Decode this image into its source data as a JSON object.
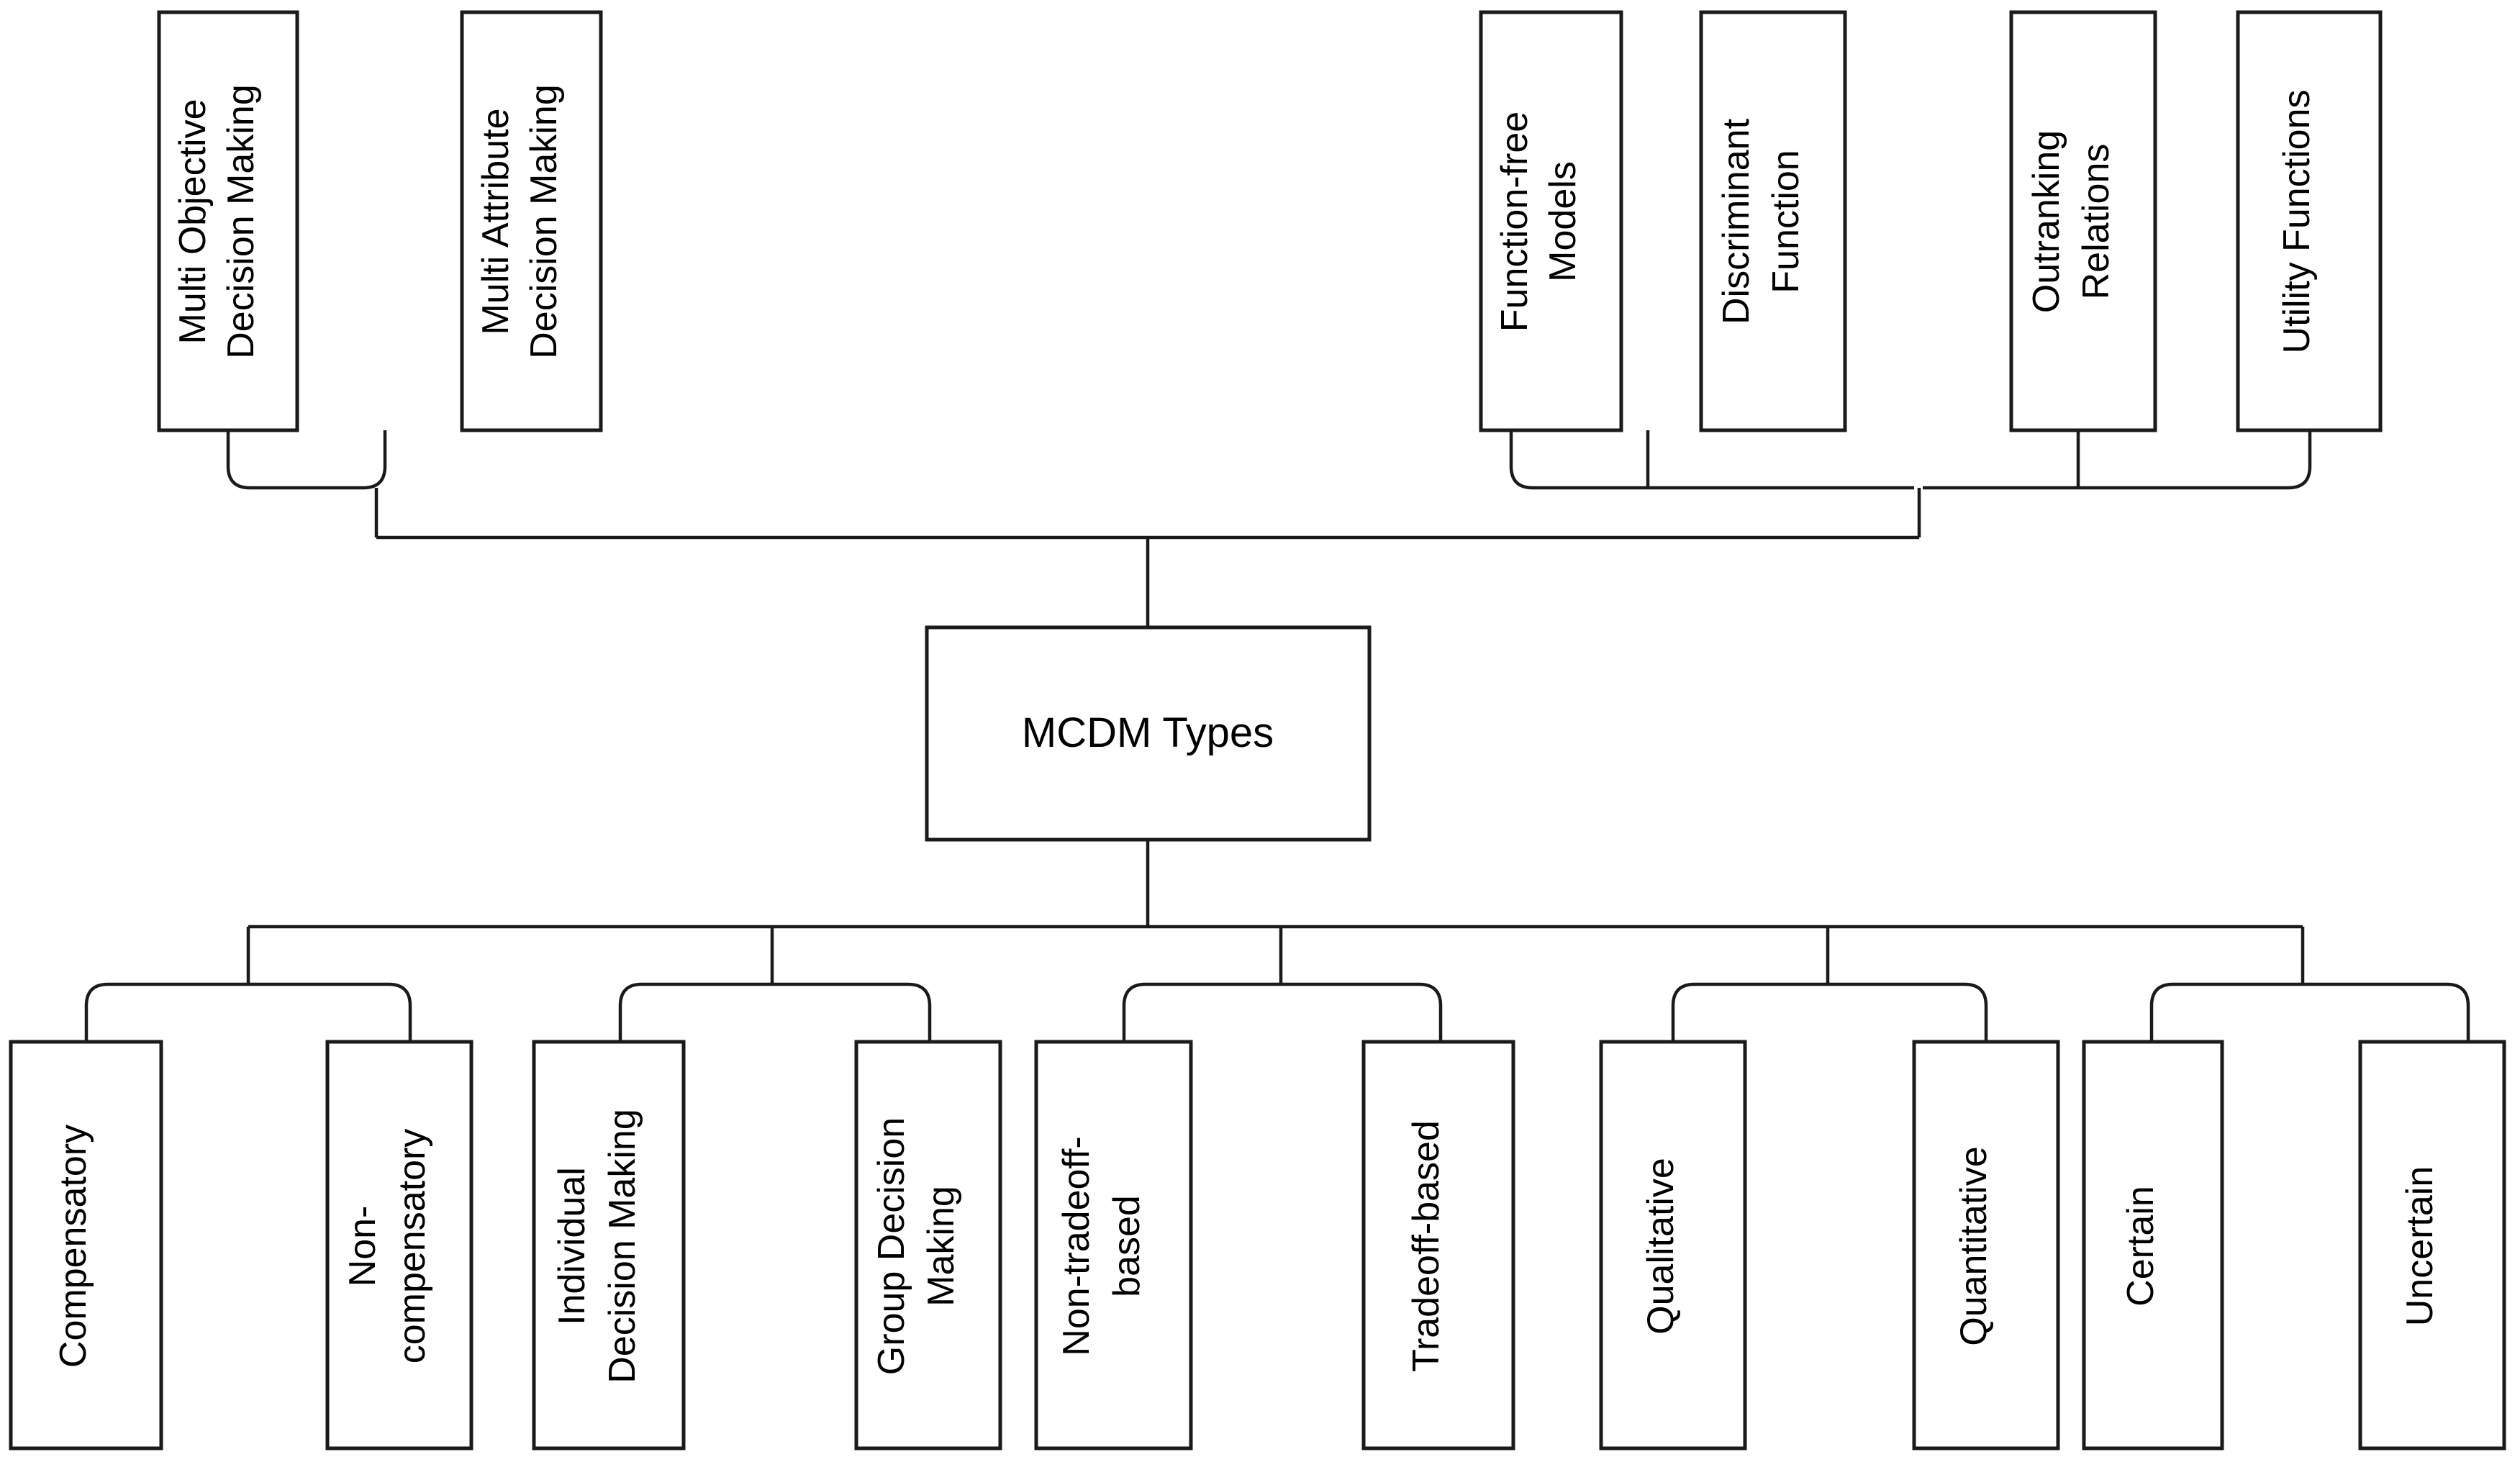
{
  "diagram": {
    "title": "MCDM Types",
    "type": "hierarchy-tree",
    "orientation": "vertical-bidirectional",
    "colors": {
      "box_fill": "#ffffff",
      "box_stroke": "#1a1a1a",
      "connector_stroke": "#1a1a1a",
      "text": "#000000",
      "background": "#ffffff"
    },
    "root": {
      "label": "MCDM Types",
      "orientation": "horizontal"
    },
    "upper_groups": [
      {
        "group_name": "decision-making-scope",
        "nodes": [
          {
            "label": "Multi Objective Decision Making",
            "lines": [
              "Multi Objective",
              "Decision Making"
            ]
          },
          {
            "label": "Multi Attribute Decision Making",
            "lines": [
              "Multi Attribute",
              "Decision Making"
            ]
          }
        ]
      },
      {
        "group_name": "preference-model-forms",
        "nodes": [
          {
            "label": "Function-free Models",
            "lines": [
              "Function-free",
              "Models"
            ]
          },
          {
            "label": "Discriminant Function",
            "lines": [
              "Discriminant",
              "Function"
            ]
          },
          {
            "label": "Outranking Relations",
            "lines": [
              "Outranking",
              "Relations"
            ]
          },
          {
            "label": "Utility Functions",
            "lines": [
              "Utility Functions"
            ]
          }
        ]
      }
    ],
    "lower_pairs": [
      {
        "pair_name": "compensation",
        "nodes": [
          {
            "label": "Compensatory",
            "lines": [
              "Compensatory"
            ]
          },
          {
            "label": "Non-compensatory",
            "lines": [
              "Non-",
              "compensatory"
            ]
          }
        ]
      },
      {
        "pair_name": "decision-maker-count",
        "nodes": [
          {
            "label": "Individual Decision Making",
            "lines": [
              "Individual",
              "Decision Making"
            ]
          },
          {
            "label": "Group  Decision Making",
            "lines": [
              "Group  Decision",
              "Making"
            ]
          }
        ]
      },
      {
        "pair_name": "tradeoff",
        "nodes": [
          {
            "label": "Non-tradeoff-based",
            "lines": [
              "Non-tradeoff-",
              "based"
            ]
          },
          {
            "label": "Tradeoff-based",
            "lines": [
              "Tradeoff-based"
            ]
          }
        ]
      },
      {
        "pair_name": "data-nature",
        "nodes": [
          {
            "label": "Qualitative",
            "lines": [
              "Qualitative"
            ]
          },
          {
            "label": "Quantitative",
            "lines": [
              "Quantitative"
            ]
          }
        ]
      },
      {
        "pair_name": "certainty",
        "nodes": [
          {
            "label": "Certain",
            "lines": [
              "Certain"
            ]
          },
          {
            "label": "Uncertain",
            "lines": [
              "Uncertain"
            ]
          }
        ]
      }
    ]
  }
}
